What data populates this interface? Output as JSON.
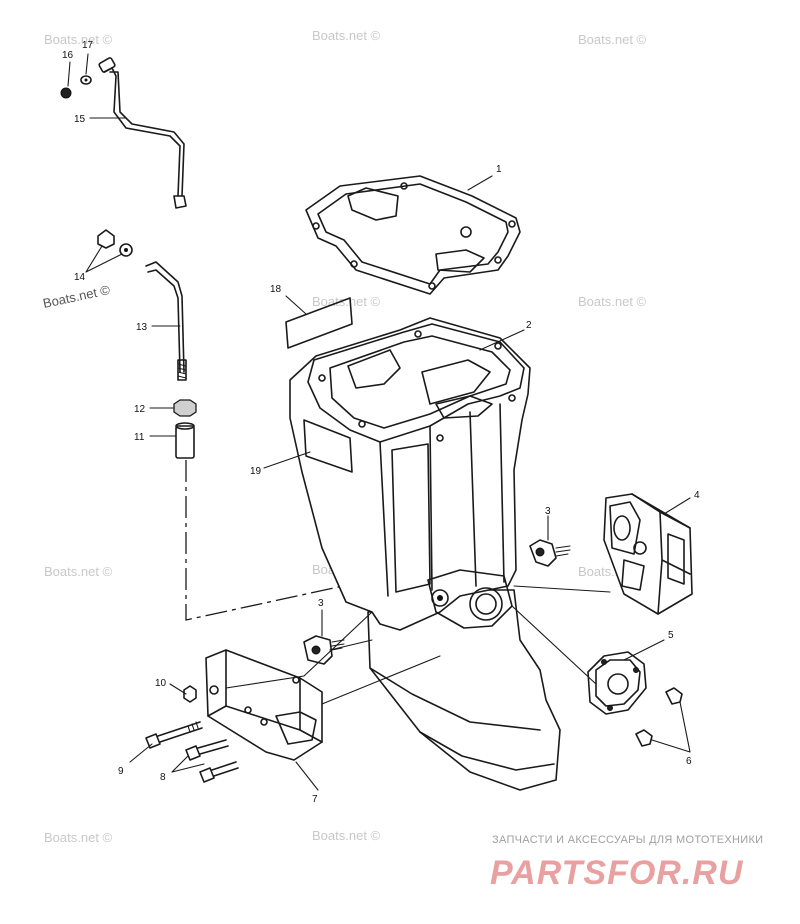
{
  "watermark": "Boats.net ©",
  "callouts": {
    "c1": "1",
    "c2": "2",
    "c3a": "3",
    "c3b": "3",
    "c4": "4",
    "c5": "5",
    "c6": "6",
    "c7": "7",
    "c8": "8",
    "c9": "9",
    "c10": "10",
    "c11": "11",
    "c12": "12",
    "c13": "13",
    "c14": "14",
    "c15": "15",
    "c16": "16",
    "c17": "17",
    "c18": "18",
    "c19": "19"
  },
  "brand": {
    "tagline": "ЗАПЧАСТИ И АКСЕССУАРЫ ДЛЯ МОТОТЕХНИКИ",
    "logo": "PARTSFOR.RU"
  }
}
